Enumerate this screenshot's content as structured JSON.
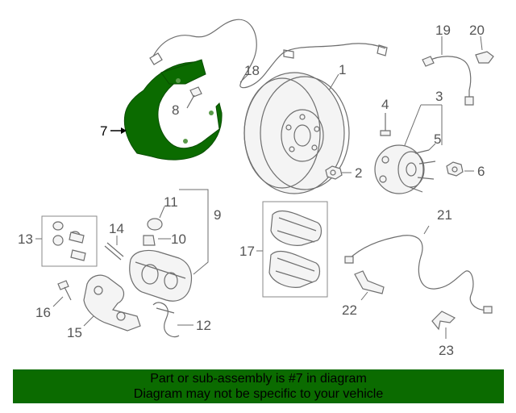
{
  "highlight_color": "#0b6b00",
  "callouts": {
    "p1": "1",
    "p2": "2",
    "p3": "3",
    "p4": "4",
    "p5": "5",
    "p6": "6",
    "p7": "7",
    "p8": "8",
    "p9": "9",
    "p10": "10",
    "p11": "11",
    "p12": "12",
    "p13": "13",
    "p14": "14",
    "p15": "15",
    "p16": "16",
    "p17": "17",
    "p18": "18",
    "p19": "19",
    "p20": "20",
    "p21": "21",
    "p22": "22",
    "p23": "23"
  },
  "banner": {
    "line1": "Part or sub-assembly is #7 in diagram",
    "line2": "Diagram may not be specific to your vehicle"
  }
}
